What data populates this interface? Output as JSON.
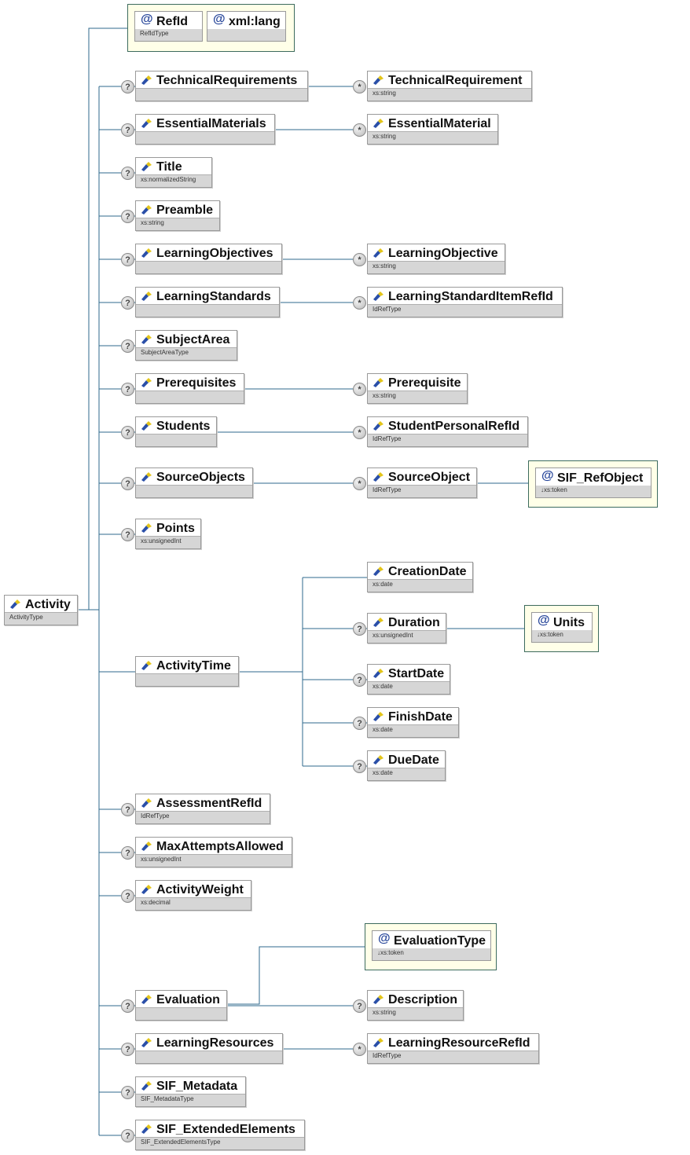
{
  "root": {
    "name": "Activity",
    "type": "ActivityType"
  },
  "root_attributes": [
    {
      "name": "RefId",
      "type": "RefIdType"
    },
    {
      "name": "xml:lang",
      "type": ""
    }
  ],
  "elements": [
    {
      "name": "TechnicalRequirements",
      "type": "",
      "occurrence": "?"
    },
    {
      "name": "EssentialMaterials",
      "type": "",
      "occurrence": "?"
    },
    {
      "name": "Title",
      "type": "xs:normalizedString",
      "occurrence": "?"
    },
    {
      "name": "Preamble",
      "type": "xs:string",
      "occurrence": "?"
    },
    {
      "name": "LearningObjectives",
      "type": "",
      "occurrence": "?"
    },
    {
      "name": "LearningStandards",
      "type": "",
      "occurrence": "?"
    },
    {
      "name": "SubjectArea",
      "type": "SubjectAreaType",
      "occurrence": "?"
    },
    {
      "name": "Prerequisites",
      "type": "",
      "occurrence": "?"
    },
    {
      "name": "Students",
      "type": "",
      "occurrence": "?"
    },
    {
      "name": "SourceObjects",
      "type": "",
      "occurrence": "?"
    },
    {
      "name": "Points",
      "type": "xs:unsignedInt",
      "occurrence": "?"
    },
    {
      "name": "ActivityTime",
      "type": "",
      "occurrence": ""
    },
    {
      "name": "AssessmentRefId",
      "type": "IdRefType",
      "occurrence": "?"
    },
    {
      "name": "MaxAttemptsAllowed",
      "type": "xs:unsignedInt",
      "occurrence": "?"
    },
    {
      "name": "ActivityWeight",
      "type": "xs:decimal",
      "occurrence": "?"
    },
    {
      "name": "Evaluation",
      "type": "",
      "occurrence": "?"
    },
    {
      "name": "LearningResources",
      "type": "",
      "occurrence": "?"
    },
    {
      "name": "SIF_Metadata",
      "type": "SIF_MetadataType",
      "occurrence": "?"
    },
    {
      "name": "SIF_ExtendedElements",
      "type": "SIF_ExtendedElementsType",
      "occurrence": "?"
    }
  ],
  "children": [
    {
      "name": "TechnicalRequirement",
      "type": "xs:string",
      "occurrence": "*"
    },
    {
      "name": "EssentialMaterial",
      "type": "xs:string",
      "occurrence": "*"
    },
    {
      "name": "LearningObjective",
      "type": "xs:string",
      "occurrence": "*"
    },
    {
      "name": "LearningStandardItemRefId",
      "type": "IdRefType",
      "occurrence": "*"
    },
    {
      "name": "Prerequisite",
      "type": "xs:string",
      "occurrence": "*"
    },
    {
      "name": "StudentPersonalRefId",
      "type": "IdRefType",
      "occurrence": "*"
    },
    {
      "name": "SourceObject",
      "type": "IdRefType",
      "occurrence": "*"
    },
    {
      "name": "CreationDate",
      "type": "xs:date",
      "occurrence": ""
    },
    {
      "name": "Duration",
      "type": "xs:unsignedInt",
      "occurrence": "?"
    },
    {
      "name": "StartDate",
      "type": "xs:date",
      "occurrence": "?"
    },
    {
      "name": "FinishDate",
      "type": "xs:date",
      "occurrence": "?"
    },
    {
      "name": "DueDate",
      "type": "xs:date",
      "occurrence": "?"
    },
    {
      "name": "Description",
      "type": "xs:string",
      "occurrence": "?"
    },
    {
      "name": "LearningResourceRefId",
      "type": "IdRefType",
      "occurrence": "*"
    }
  ],
  "child_attributes": [
    {
      "name": "SIF_RefObject",
      "type": "↓xs:token"
    },
    {
      "name": "Units",
      "type": "↓xs:token"
    },
    {
      "name": "EvaluationType",
      "type": "↓xs:token"
    }
  ],
  "colors": {
    "line": "#2f6a8c",
    "attr_group_border": "#3d6b5e",
    "attr_group_fill": "#ffffe8",
    "type_bar": "#d6d6d6"
  }
}
